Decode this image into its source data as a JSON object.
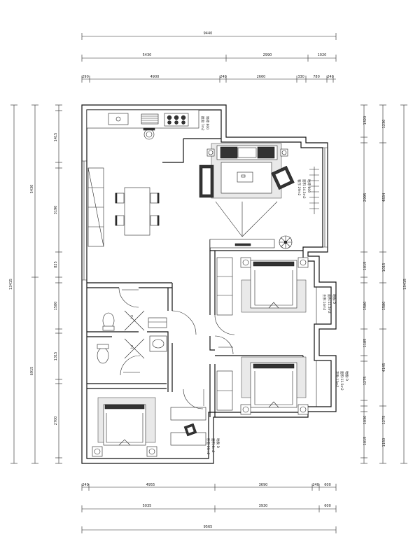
{
  "dimensions": {
    "top_total": "9440",
    "top_mid": [
      "5430",
      "2990",
      "1020"
    ],
    "top_detail": [
      "290",
      "4900",
      "240",
      "2660",
      "330",
      "780",
      "240"
    ],
    "bottom_detail": [
      "240",
      "4955",
      "3690",
      "240",
      "600"
    ],
    "bottom_mid": [
      "5035",
      "3930",
      "600"
    ],
    "bottom_total": "9565",
    "left_total": "13415",
    "left_mid": [
      "5430",
      "6915"
    ],
    "left_detail": [
      "1415",
      "3190",
      "825",
      "1580",
      "1315",
      "2700"
    ],
    "right_total": "13415",
    "right_mid": [
      "4834"
    ],
    "right_detail": [
      "1320",
      "2995",
      "1015",
      "1580",
      "1185",
      "1275",
      "1030",
      "1015"
    ],
    "right_outer": [
      "1230",
      "1015",
      "1580",
      "4145",
      "1275",
      "1150"
    ]
  },
  "room_labels": {
    "living": [
      "客厅:29m2",
      "面积:14.5m2",
      "地砖:800"
    ],
    "top_kitchen": [
      "厨房:7m2",
      "地砖:800"
    ],
    "master": [
      "主卧:14m2",
      "面积:12.5m2",
      "地板:D"
    ],
    "second": [
      "次卧:13m2",
      "面积:11.5m2",
      "地板:D"
    ],
    "small": [
      "卧室:10m2",
      "面积:8m2",
      "地板:D"
    ]
  },
  "bath_marks": [
    "卫",
    "卫"
  ]
}
